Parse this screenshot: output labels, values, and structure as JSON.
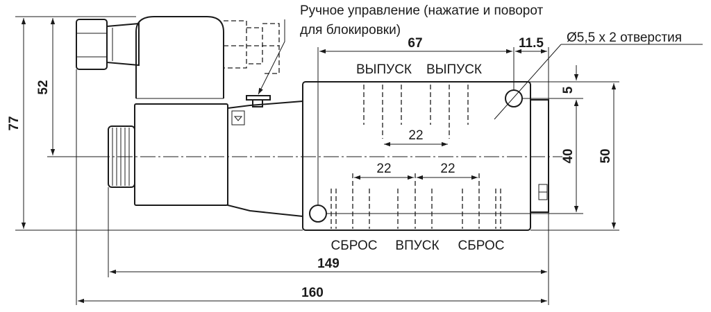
{
  "annotations": {
    "manual_control_line1": "Ручное управление (нажатие и поворот",
    "manual_control_line2": "для блокировки)",
    "mounting_holes": "Ø5,5 x 2 отверстия"
  },
  "ports": {
    "outlet_left": "ВЫПУСК",
    "outlet_right": "ВЫПУСК",
    "exhaust_left": "СБРОС",
    "inlet": "ВПУСК",
    "exhaust_right": "СБРОС"
  },
  "dimensions": {
    "total_height": "77",
    "height_to_axis": "52",
    "body_length": "67",
    "hole_offset": "11.5",
    "hole_edge": "5",
    "hole_spacing": "40",
    "body_height": "50",
    "outlet_spacing": "22",
    "port_spacing_left": "22",
    "port_spacing_right": "22",
    "length_to_connector": "149",
    "total_length": "160"
  }
}
